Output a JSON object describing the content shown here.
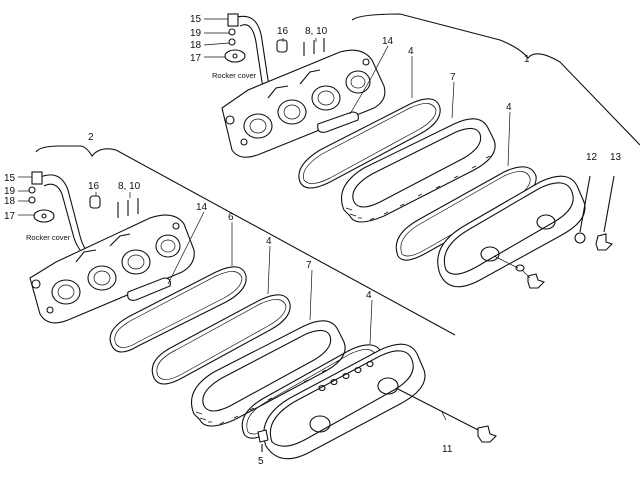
{
  "labels": {
    "assy1": "1",
    "assy2": "2",
    "p15_top": "15",
    "p19_top": "19",
    "p18_top": "18",
    "p17_top": "17",
    "rocker_top": "Rocker cover",
    "p16_top": "16",
    "p810_top": "8, 10",
    "p14_top": "14",
    "p4_top_a": "4",
    "p7_top": "7",
    "p4_top_b": "4",
    "p12": "12",
    "p13": "13",
    "p15_bot": "15",
    "p19_bot": "19",
    "p18_bot": "18",
    "p17_bot": "17",
    "rocker_bot": "Rocker cover",
    "p16_bot": "16",
    "p810_bot": "8, 10",
    "p14_bot": "14",
    "p6": "6",
    "p4_bot_a": "4",
    "p7_bot": "7",
    "p4_bot_b": "4",
    "p11": "11",
    "p5": "5"
  }
}
